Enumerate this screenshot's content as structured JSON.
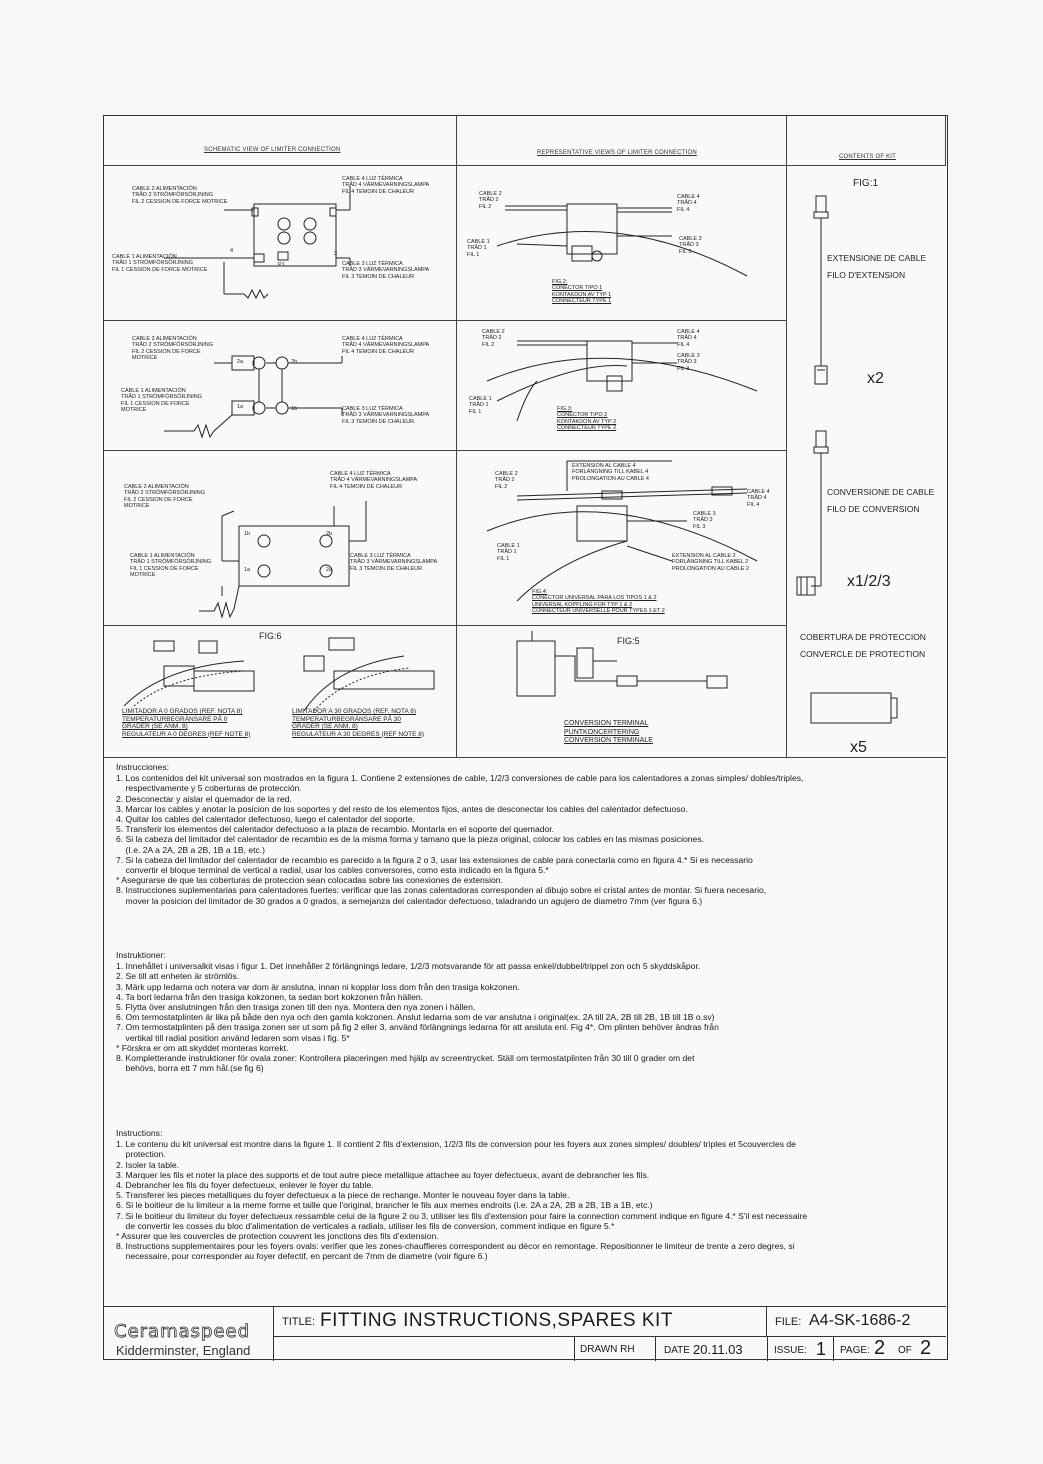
{
  "headers": {
    "schematic": "SCHEMATIC VIEW OF LIMITER CONNECTION",
    "representative": "REPRESENTATIVE VIEWS OF LIMITER CONNECTION",
    "contents": "CONTENTS OF KIT"
  },
  "schematic": {
    "row1": {
      "cable2": "CABLE 2 ALIMENTACIÓN\nTRÅD 2 STRÖMFÖRSÖRJNING\nFIL 2 CESSION DE FORCE MOTRICE",
      "cable1": "CABLE 1 ALIMENTACIÓN\nTRÅD 1 STRÖMFÖRSÖRJNING\nFIL 1 CESSION DE FORCE MOTRICE",
      "cable4": "CABLE 4 LUZ TÉRMICA\nTRÅD 4 VÄRMEVARNINGSLAMPA\nFIL 4 TEMOIN DE CHALEUR",
      "cable3": "CABLE 3 LUZ TÉRMICA\nTRÅD 3 VÄRMEVARNINGSLAMPA\nFIL 3 TEMOIN DE CHALEUR",
      "p1": "P1",
      "t4": "4",
      "t3": "3"
    },
    "row2": {
      "cable2": "CABLE 2 ALIMENTACIÓN\nTRÅD 2 STRÖMFÖRSÖRJNING\nFIL 2 CESSION DE FORCE\nMOTRICE",
      "cable1": "CABLE 1 ALIMENTACIÓN\nTRÅD 1 STRÖMFÖRSÖRJNING\nFIL 1 CESSION DE FORCE\nMOTRICE",
      "cable4": "CABLE 4 LUZ TÉRMICA\nTRÅD 4 VÄRMEVARNINGSLAMPA\nFIL 4 TEMOIN DE CHALEUR",
      "cable3": "CABLE 3 LUZ TÉRMICA\nTRÅD 3 VÄRMEVARNINGSLAMPA\nFIL 3 TEMOIN DE CHALEUR",
      "t2a": "2a",
      "t2b": "2b",
      "t1a": "1a",
      "t1b": "1b"
    },
    "row3": {
      "cable2": "CABLE 2 ALIMENTACIÓN\nTRÅD 2 STRÖMFÖRSÖRJNING\nFIL 2 CESSION DE FORCE\nMOTRICE",
      "cable1": "CABLE 1 ALIMENTACIÓN\nTRÅD 1 STRÖMFÖRSÖRJNING\nFIL 1 CESSION DE FORCE\nMOTRICE",
      "cable4": "CABLE 4 LUZ TÉRMICA\nTRÅD 4 VÄRMEVARNINGSLAMPA\nFIL 4 TEMOIN DE CHALEUR",
      "cable3": "CABLE 3 LUZ TÉRMICA\nTRÅD 3 VÄRMEVARNINGSLAMPA\nFIL 3 TEMOIN DE CHALEUR",
      "t1b": "1b",
      "t2b": "2b",
      "t1a": "1a",
      "t2a": "2a"
    }
  },
  "representative": {
    "fig2": {
      "cable2": "CABLE 2\nTRÅD 2\nFIL 2",
      "cable1": "CABLE 1\nTRÅD 1\nFIL 1",
      "cable4": "CABLE 4\nTRÅD 4\nFIL 4",
      "cable3": "CABLE 3\nTRÅD 3\nFIL 3",
      "caption": "FIG.2:\nCONECTOR TIPO 1\nKONTAKDON AV TYP 1\nCONNECTEUR TYPE 1"
    },
    "fig3": {
      "cable2": "CABLE 2\nTRÅD 2\nFIL 2",
      "cable1": "CABLE 1\nTRÅD 1\nFIL 1",
      "cable4": "CABLE 4\nTRÅD 4\nFIL 4",
      "cable3": "CABLE 3\nTRÅD 3\nFIL 3",
      "caption": "FIG.3:\nCONECTOR TIPO 2\nKONTAKDON AV TYP 2\nCONNECTEUR TYPE 2"
    },
    "fig4": {
      "ext4": "EXTENSION AL CABLE 4\nFORLÄNGNING TILL KABEL 4\nPROLONGATION AU CABLE 4",
      "cable2": "CABLE 2\nTRÅD 2\nFIL 2",
      "cable1": "CABLE 1\nTRÅD 1\nFIL 1",
      "cable4": "CABLE 4\nTRÅD 4\nFIL 4",
      "cable3": "CABLE 3\nTRÅD 3\nFIL 3",
      "ext2": "EXTENSION AL CABLE 2\nFORLÄNGNING TILL KABEL 2\nPROLONGATION AU CABLE 2",
      "caption": "FIG.4:\nCONECTOR UNIVERSAL PARA LOS TIPOS 1 & 2\nUNIVERSAL KOPPLING FOR TYP 1 & 2\nCONNECTEUR UNIVERSELLE POUR TYPES 1 ET 2"
    },
    "fig5": {
      "label": "FIG:5",
      "caption": "CONVERSION TERMINAL\nPUNTKONCERTERING\nCONVERSION TERMINALE"
    }
  },
  "fig6": {
    "label": "FIG:6",
    "left": "LIMITADOR A 0 GRADOS (REF. NOTA 8)\nTEMPERATURBEGRÄNSARE PÅ 0\nGRADER (SE ANM. 8)\nREGULATEUR A 0 DEGRES (REF NOTE 8)",
    "right": "LIMITADOR A 30 GRADOS (REF. NOTA 8)\nTEMPERATURBEGRÄNSARE PÅ 30\nGRADER (SE ANM. 8)\nREGULATEUR A 30 DEGRES (REF NOTE 8)"
  },
  "kit": {
    "fig1": "FIG:1",
    "ext_label": "EXTENSIONE DE CABLE\nFILO D'EXTENSION",
    "ext_qty": "x2",
    "conv_label": "CONVERSIONE DE CABLE\nFILO DE CONVERSION",
    "conv_qty": "x1/2/3",
    "cover_label": "COBERTURA DE PROTECCION\nCONVERCLE DE PROTECTION",
    "cover_qty": "x5"
  },
  "instructions": [
    {
      "title": "Instrucciones:",
      "lines": [
        "1. Los contenidos del kit universal son mostrados en la figura 1. Contiene 2 extensiones de cable, 1/2/3 conversiones de cable para los calentadores a zonas simples/ dobles/triples,",
        "    respectivamente y 5 coberturas de protección.",
        "2. Desconectar y aislar el quemador de la red.",
        "3. Marcar los cables y anotar la posicion de los soportes y del resto de los elementos fijos, antes de desconectar los cables del calentador defectuoso.",
        "4. Quitar los cables del calentador defectuoso, luego el calentador del soporte.",
        "5. Transferir los elementos del calentador defectuoso a la plaza de recambio. Montarla en el soporte del quemador.",
        "6. Si la cabeza del limitador del calentador de recambio es de la misma forma y tamano que la pieza original, colocar los cables en las mismas posiciones.",
        "    (I.e. 2A a 2A, 2B a 2B, 1B a 1B, etc.)",
        "7. Si la cabeza del limitador del calentador de recambio es parecido a la figura 2 o 3, usar las extensiones de cable para conectarla como en figura 4.* Si es necessario",
        "    convertir el bloque terminal de vertical a radial, usar los cables conversores, como esta indicado en la figura 5.*",
        "* Asegurarse de que las coberturas de proteccion sean colocadas sobre las conexiones de extension.",
        "8. Instrucciones suplementarias para calentadores fuertes: verificar que las zonas calentadoras corresponden al dibujo sobre el cristal antes de montar. Si fuera necesario,",
        "    mover la posicion del limitador de 30 grados a 0 grados, a semejanza del calentador defectuoso, taladrando un agujero de diametro 7mm (ver figura 6.)"
      ]
    },
    {
      "title": "Instruktioner:",
      "lines": [
        "1. Innehållet i universalkit visas i figur 1. Det innehåller 2 förlängnings ledare, 1/2/3 motsvarande för att passa enkel/dubbel/trippel zon och 5 skyddskåpor.",
        "2. Se till att enheten är strömlös.",
        "3. Märk upp ledarna och notera var dom är anslutna, innan ni kopplar loss dom från den trasiga kokzonen.",
        "4. Ta bort ledarna från den trasiga kokzonen, ta sedan bort kokzonen från hällen.",
        "5. Flytta över anslutningen från den trasiga zonen till den nya. Montera den nya zonen i hällen.",
        "6. Om termostatplinten är lika på både den nya och den gamla kokzonen. Anslut ledarna som de var anslutna i original(ex. 2A till 2A, 2B till 2B, 1B till 1B o.sv)",
        "7. Om termostatplinten på den trasiga zonen ser ut som på fig 2 eller 3, använd förlängnings ledarna för att ansluta enl. Fig 4*. Om plinten behöver ändras från",
        "    vertikal till radial position använd ledaren som visas i fig. 5*",
        "* Förskra er om att skyddet monteras korrekt.",
        "8. Kompletterande instruktioner för ovala zoner: Kontrollera placeringen med hjälp av screentrycket. Ställ om termostatplinten från 30 till 0 grader om det",
        "    behövs, borra ett 7 mm hål.(se fig 6)"
      ]
    },
    {
      "title": "Instructions:",
      "lines": [
        "1. Le contenu du kit universal est montre dans la figure 1. Il contient 2 fils d'extension, 1/2/3 fils de conversion pour les foyers aux zones simples/ doubles/ triples et 5couvercles de",
        "    protection.",
        "2. Isoler la table.",
        "3. Marquer les fils et noter la place des supports et de tout autre piece metallique attachee au foyer defectueux, avant de debrancher les fils.",
        "4. Debrancher les fils du foyer defectueux, enlever le foyer du table.",
        "5. Transferer les pieces metalliques du foyer defectueux a la piece de rechange. Monter le nouveau foyer dans la table.",
        "6. Si le boitieur de lu limiteur a la meme forme et taille que l'original, brancher le fils aux memes endroits (i.e. 2A a 2A, 2B a 2B, 1B a 1B, etc.)",
        "7. Si le boitieur du limiteur du foyer defectueux ressamble celui de la figure 2 ou 3, utiliser les fils d'extension pour faire la connection comment indique en figure 4.* S'il est necessaire",
        "    de convertir les cosses du bloc d'alimentation de verticales a radials, utiliser les fils de conversion, comment indique en figure 5.*",
        "* Assurer que les couvercles de protection couvrent les jonctions des fils d'extension.",
        "8. Instructions supplementaires pour les foyers ovals: verifier que les zones-chauffieres correspondent au décor en remontage. Repositionner le limiteur de trente a zero degres, si",
        "    necessaire, pour corresponder au foyer defectif, en percant de 7mm de diametre (voir figure 6.)"
      ]
    }
  ],
  "title_block": {
    "company": "Ceramaspeed",
    "location": "Kidderminster, England",
    "title_prefix": "TITLE:",
    "title": "FITTING INSTRUCTIONS,SPARES KIT",
    "file_prefix": "FILE:",
    "file": "A4-SK-1686-2",
    "drawn": "DRAWN RH",
    "date_prefix": "DATE",
    "date": "20.11.03",
    "issue_prefix": "ISSUE:",
    "issue": "1",
    "page_prefix": "PAGE:",
    "page": "2",
    "of": "OF",
    "pages": "2"
  }
}
